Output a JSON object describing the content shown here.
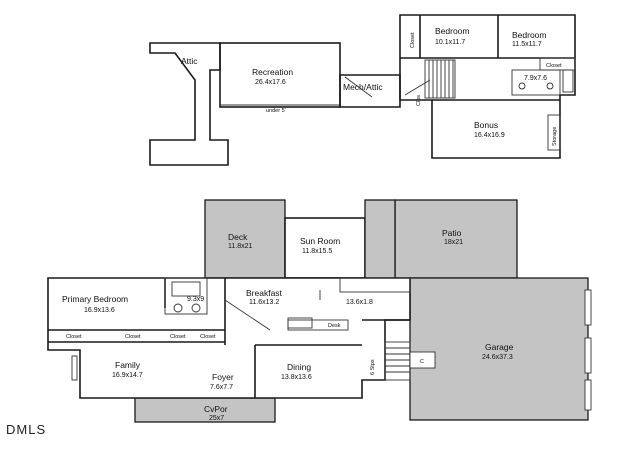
{
  "rooms": {
    "attic": {
      "name": "Attic"
    },
    "recreation": {
      "name": "Recreation",
      "dim": "26.4x17.6"
    },
    "mech_attic": {
      "name": "Mech/Attic"
    },
    "bedroom1": {
      "name": "Bedroom",
      "dim": "10.1x11.7"
    },
    "bedroom2": {
      "name": "Bedroom",
      "dim": "11.5x11.7"
    },
    "bath_up": {
      "dim": "7.9x7.6"
    },
    "bonus": {
      "name": "Bonus",
      "dim": "16.4x16.9"
    },
    "deck": {
      "name": "Deck",
      "dim": "11.8x21"
    },
    "sun_room": {
      "name": "Sun Room",
      "dim": "11.8x15.5"
    },
    "patio": {
      "name": "Patio",
      "dim": "18x21"
    },
    "primary_bedroom": {
      "name": "Primary Bedroom",
      "dim": "16.9x13.6"
    },
    "primary_bath": {
      "dim": "9.3x9"
    },
    "breakfast": {
      "name": "Breakfast",
      "dim": "11.6x13.2"
    },
    "kitchen": {
      "dim": "13.6x1.8"
    },
    "garage": {
      "name": "Garage",
      "dim": "24.6x37.3"
    },
    "family": {
      "name": "Family",
      "dim": "16.9x14.7"
    },
    "foyer": {
      "name": "Foyer",
      "dim": "7.6x7.7"
    },
    "dining": {
      "name": "Dining",
      "dim": "13.8x13.6"
    },
    "cvpor": {
      "name": "CvPor",
      "dim": "25x7"
    }
  },
  "labels": {
    "closet": "Closet",
    "clos": "Clos",
    "storage": "Storage",
    "under5": "under 5'",
    "desk": "Desk",
    "c": "C",
    "steps": "6 Stps"
  },
  "watermark": "DMLS"
}
